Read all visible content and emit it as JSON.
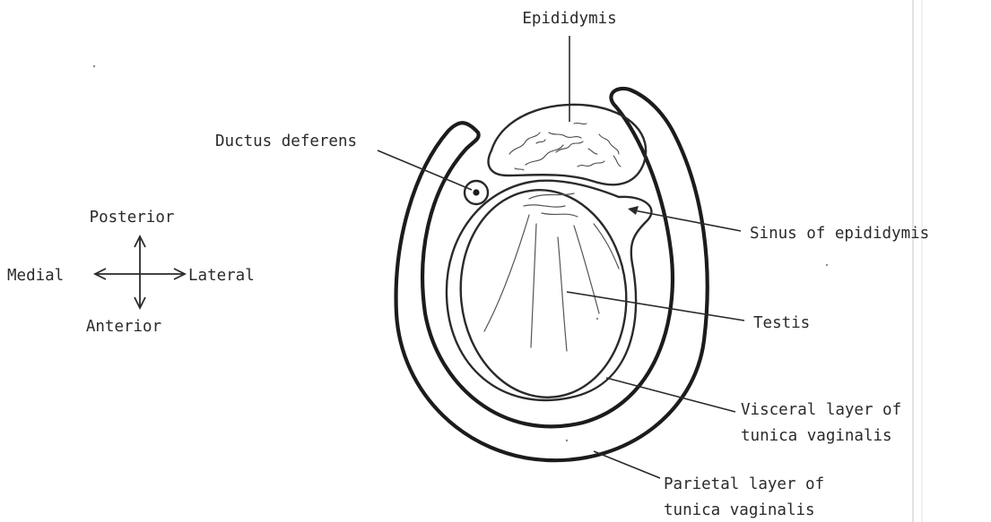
{
  "labels": {
    "epididymis": "Epididymis",
    "ductus_deferens": "Ductus deferens",
    "sinus_of_epididymis": "Sinus of epididymis",
    "testis": "Testis",
    "visceral_line1": "Visceral layer of",
    "visceral_line2": "tunica vaginalis",
    "parietal_line1": "Parietal layer of",
    "parietal_line2": "tunica vaginalis"
  },
  "orientation": {
    "posterior": "Posterior",
    "anterior": "Anterior",
    "medial": "Medial",
    "lateral": "Lateral"
  },
  "colors": {
    "ink": "#1c1c1c",
    "paper": "#ffffff"
  }
}
